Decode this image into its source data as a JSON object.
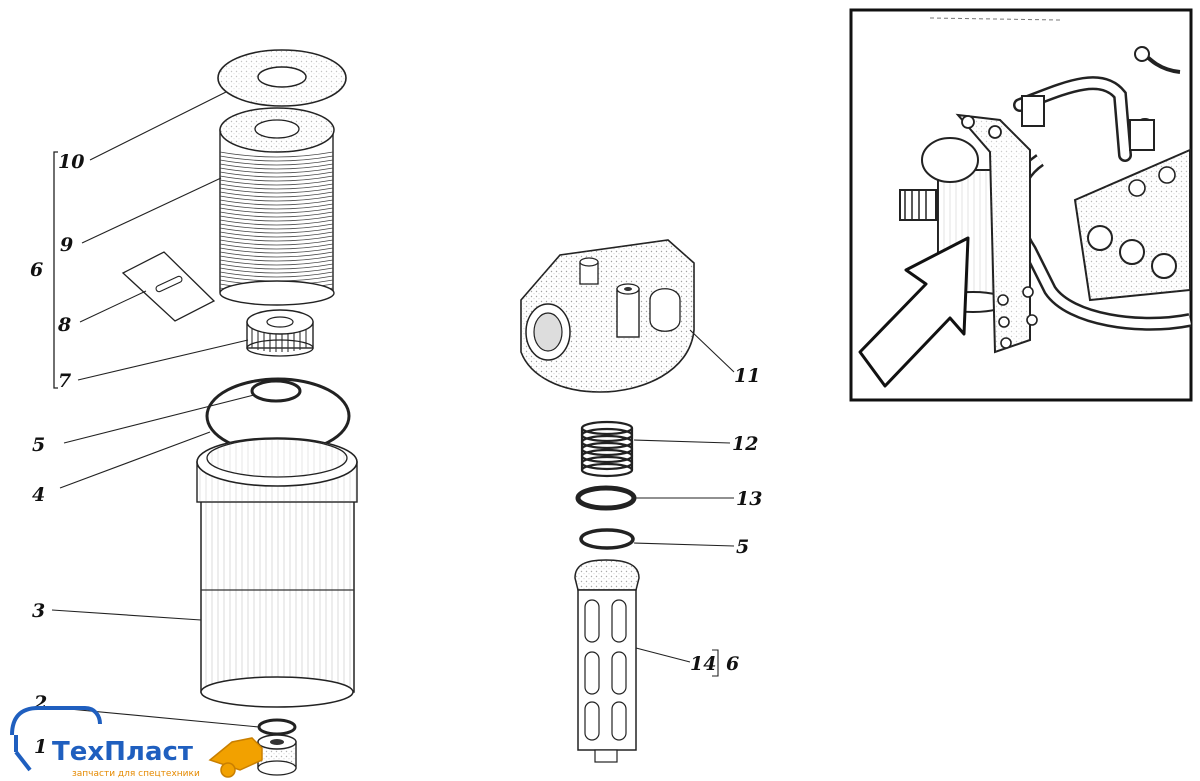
{
  "diagram": {
    "callouts": {
      "c10": "10",
      "c9": "9",
      "c6": "6",
      "c8": "8",
      "c7": "7",
      "c5a": "5",
      "c4": "4",
      "c3": "3",
      "c2": "2",
      "c1": "1",
      "c11": "11",
      "c12": "12",
      "c13": "13",
      "c5b": "5",
      "c14": "14",
      "c14b": "6"
    }
  },
  "logo": {
    "title_part1": "Тех",
    "title_part2": "Пласт",
    "subtitle": "запчасти для спецтехники",
    "colors": {
      "primary": "#1f5fbf",
      "accent": "#f2a100"
    }
  }
}
